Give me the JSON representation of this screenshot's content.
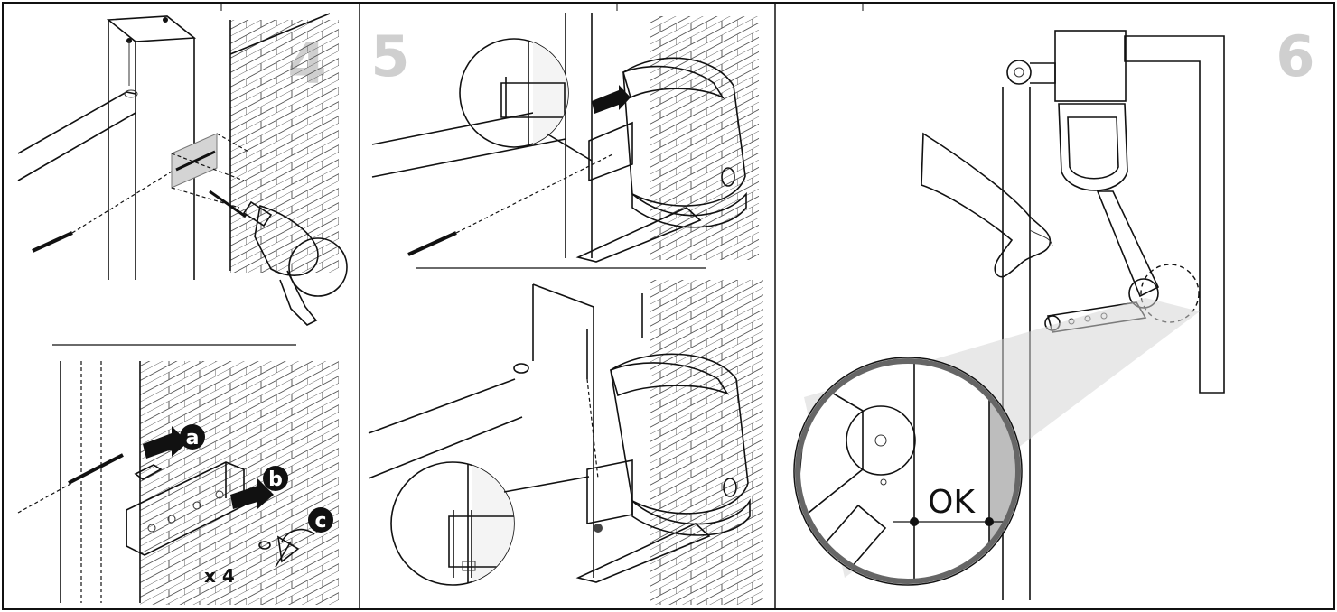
{
  "steps": {
    "s4": "4",
    "s5": "5",
    "s6": "6"
  },
  "callouts": {
    "a": "a",
    "b": "b",
    "c": "c"
  },
  "quantity": "x 4",
  "check_label": "OK",
  "colors": {
    "step_number": "#cfcfcf",
    "shade": "#d4d4d4",
    "ink": "#111111",
    "gate_grey": "#bdbdbd"
  }
}
